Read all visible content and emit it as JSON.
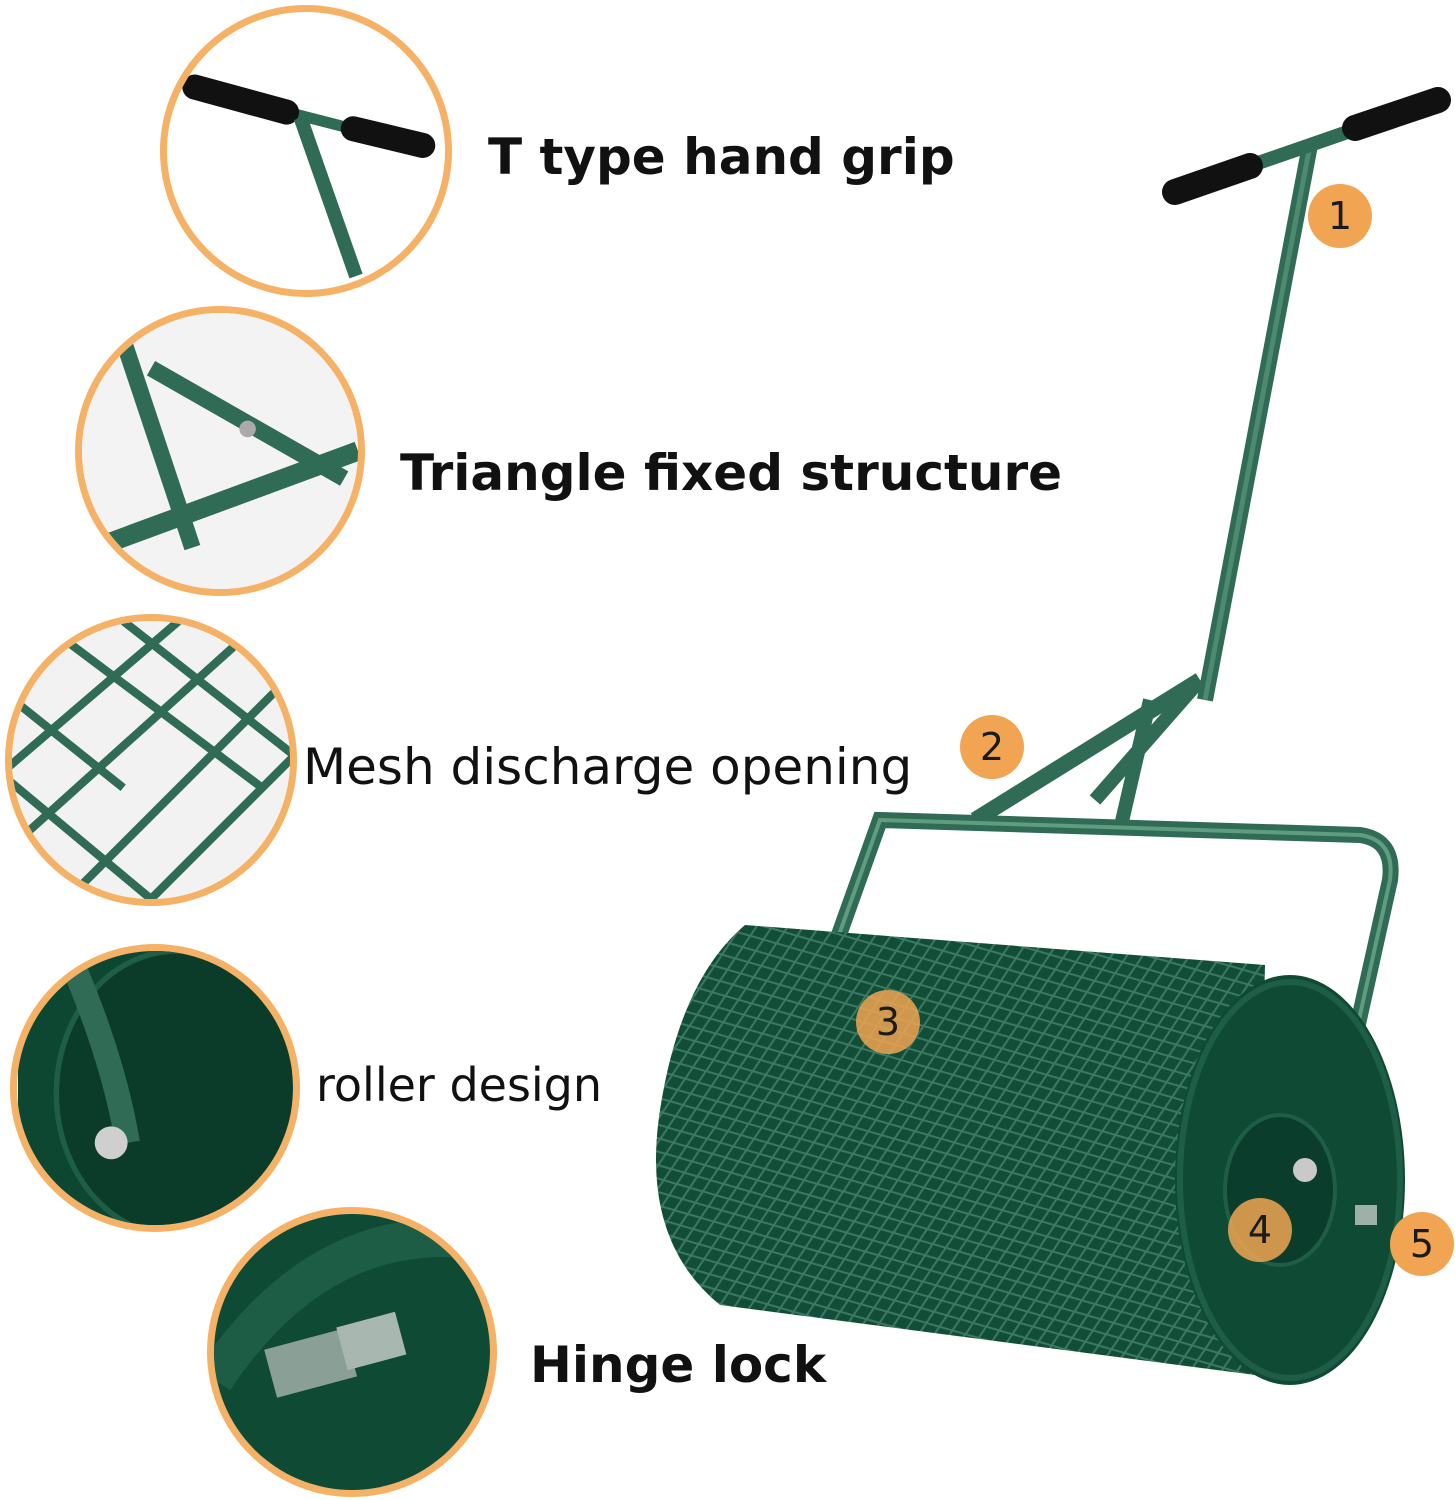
{
  "features": [
    {
      "id": "t-grip",
      "label": "T type hand grip"
    },
    {
      "id": "triangle",
      "label": "Triangle fixed structure"
    },
    {
      "id": "mesh",
      "label": "Mesh discharge opening"
    },
    {
      "id": "roller",
      "label": "roller design"
    },
    {
      "id": "hinge",
      "label": "Hinge lock"
    }
  ],
  "markers": [
    "1",
    "2",
    "3",
    "4",
    "5"
  ],
  "colors": {
    "ring": "#f5b266",
    "marker": "#f1a552",
    "frame_green": "#2f6b55",
    "drum_green": "#0f4a35"
  }
}
